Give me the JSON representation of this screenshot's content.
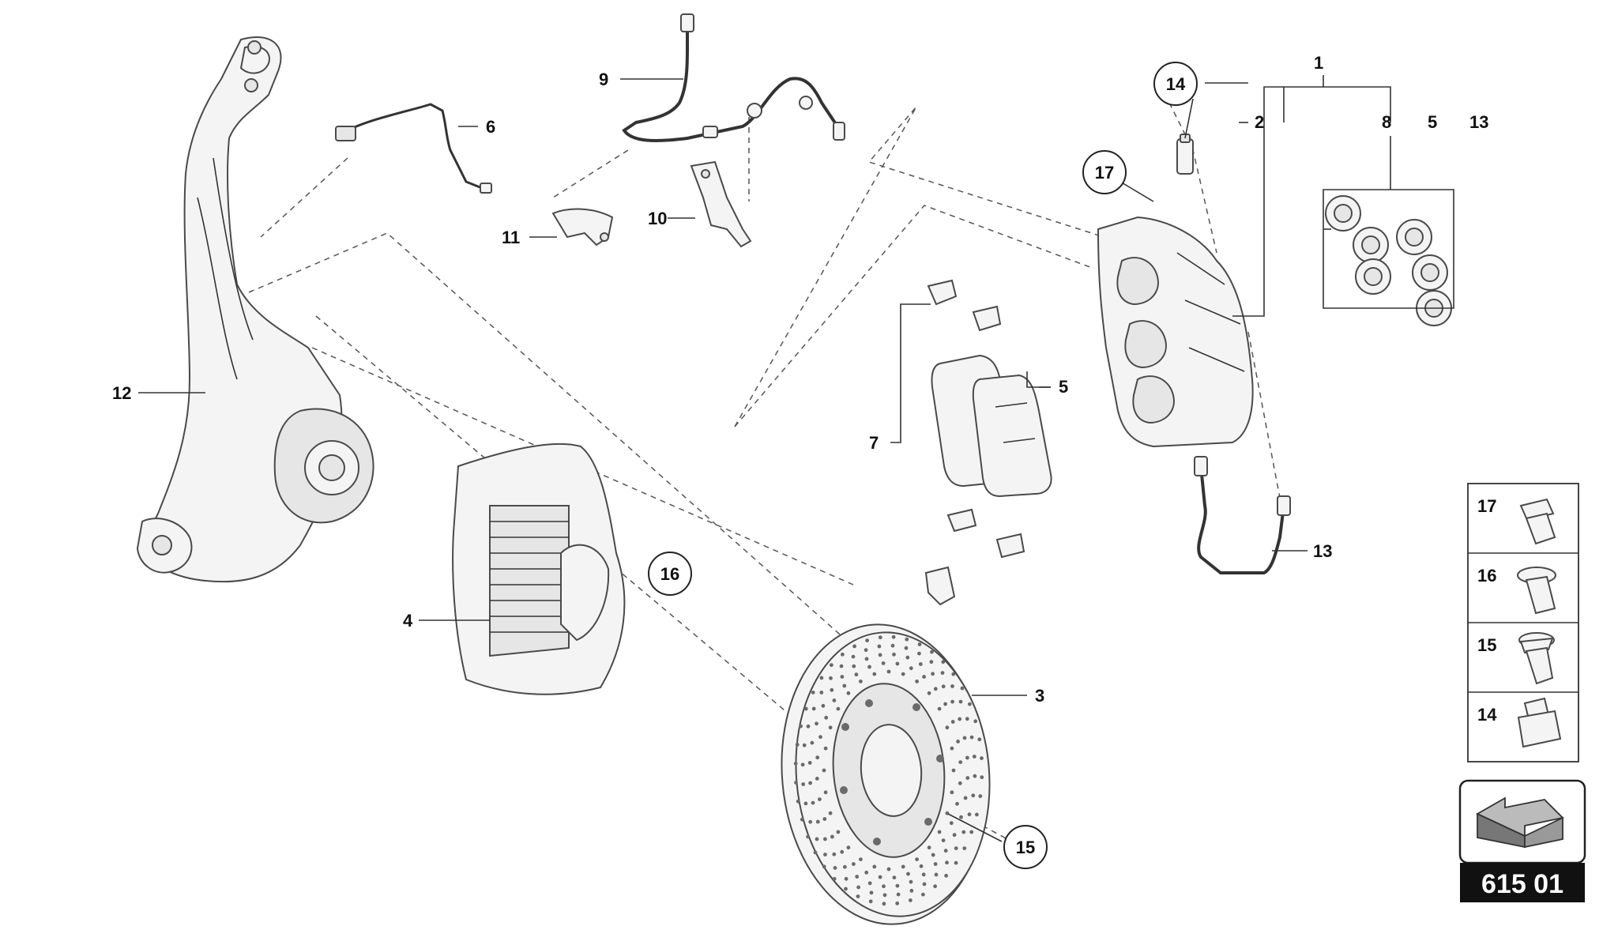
{
  "section_code": "615 01",
  "callouts": {
    "c1": "1",
    "c2": "2",
    "c3": "3",
    "c4": "4",
    "c5a": "5",
    "c5b": "5",
    "c6": "6",
    "c7": "7",
    "c8": "8",
    "c9": "9",
    "c10": "10",
    "c11": "11",
    "c12": "12",
    "c13a": "13",
    "c13b": "13"
  },
  "circled": {
    "c14": "14",
    "c15": "15",
    "c16": "16",
    "c17": "17"
  },
  "legend": [
    {
      "num": "17",
      "icon": "hex-flange-bolt-icon"
    },
    {
      "num": "16",
      "icon": "torx-flange-bolt-icon"
    },
    {
      "num": "15",
      "icon": "countersunk-screw-icon"
    },
    {
      "num": "14",
      "icon": "bleed-valve-icon"
    }
  ],
  "orientation_icon": "orientation-arrow-icon"
}
